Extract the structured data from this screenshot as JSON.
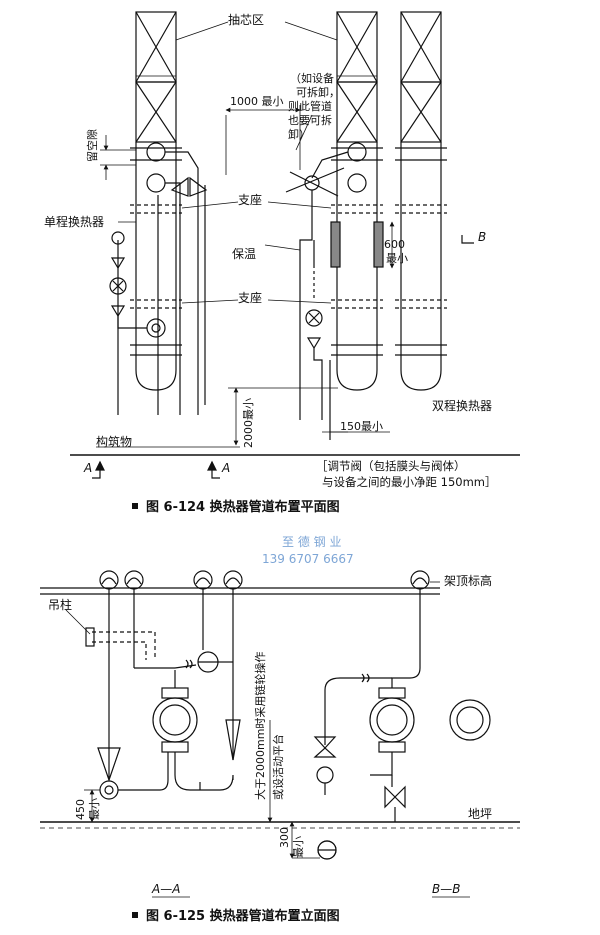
{
  "top": {
    "chouxinqu": "抽芯区",
    "remove_note": [
      "（如设备",
      "可拆卸，",
      "则此管道",
      "也要可拆",
      "卸）"
    ],
    "min1000": "1000 最小",
    "liukongxi": "留空隙",
    "danchengq": "单程换热器",
    "zhizuo1": "支座",
    "baowen": "保温",
    "min600": "600",
    "min600b": "最小",
    "zhizuo2": "支座",
    "B_label": "B",
    "min2000": "2000最小",
    "min150": "150最小",
    "goujianwu": "构筑物",
    "A_left": "A",
    "A_right": "A",
    "shuangcheng": "双程换热器",
    "valve_note_1": "［调节阀（包括膜头与阀体）",
    "valve_note_2": "与设备之间的最小净距 150mm］",
    "caption": "图 6-124   换热器管道布置平面图"
  },
  "watermark": {
    "line1": "至 德 钢 业",
    "line2": "139 6707 6667"
  },
  "bottom": {
    "diaozhu": "吊柱",
    "jiading": "架顶标高",
    "chain_note": "大于2000mm时采用链轮操作",
    "platform_note": "或设活动平台",
    "min450": "450",
    "min450b": "最小",
    "min300": "300",
    "min300b": "最小",
    "diping": "地坪",
    "AA": "A—A",
    "BB": "B—B",
    "caption": "图 6-125   换热器管道布置立面图"
  }
}
